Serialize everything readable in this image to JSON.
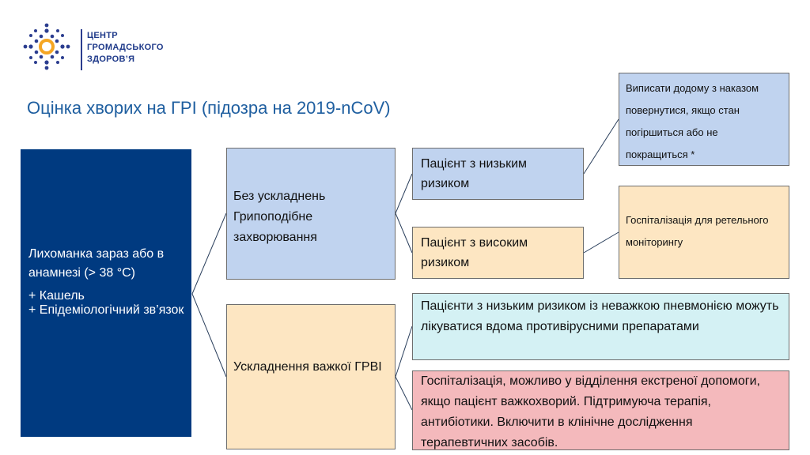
{
  "brand": {
    "line1": "ЦЕНТР",
    "line2": "ГРОМАДСЬКОГО",
    "line3": "ЗДОРОВ’Я"
  },
  "title": "Оцінка хворих на ГРІ (підозра на 2019-nCoV)",
  "root": {
    "main": "Лихоманка зараз або в анамнезі (> 38 °C)",
    "cough": "+ Кашель",
    "epi": "+ Епідеміологічний зв’язок"
  },
  "no_complications": {
    "line1": "Без ускладнень",
    "line2": "Грипоподібне",
    "line3": "захворювання"
  },
  "severe": "Ускладнення важкої ГРВІ",
  "low_risk": "Пацієнт з низьким ризиком",
  "high_risk": "Пацієнт з високим ризиком",
  "discharge": "Виписати додому з наказом повернутися, якщо стан погіршиться або не покращиться *",
  "hospitalize_monitor": "Госпіталізація для ретельного моніторингу",
  "mild_pneumonia": "Пацієнти з низьким ризиком із неважкою пневмонією можуть лікуватися вдома противірусними препаратами",
  "emergency": "Госпіталізація, можливо у відділення екстреної допомоги, якщо пацієнт важкохворий. Підтримуюча терапія, антибіотики. Включити в клінічне дослідження терапевтичних засобів.",
  "colors": {
    "navy": "#003a80",
    "light_blue": "#c0d3ef",
    "light_orange": "#fde6c2",
    "light_cyan": "#d4f1f4",
    "light_red": "#f4b9bc",
    "title_blue": "#1f5fa0",
    "logo_orange": "#f5a623"
  }
}
